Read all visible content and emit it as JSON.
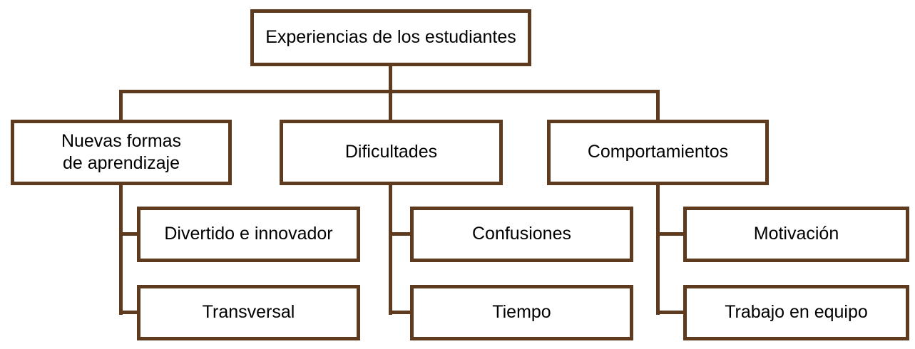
{
  "diagram": {
    "type": "tree",
    "title": "Experiencias de los estudiantes",
    "colors": {
      "line_and_border": "#5e3a1e",
      "box_background": "#ffffff",
      "text": "#000000"
    },
    "root": {
      "label": "Experiencias de los estudiantes"
    },
    "branches": [
      {
        "label": "Nuevas formas de aprendizaje",
        "line1": "Nuevas formas",
        "line2": "de aprendizaje",
        "children": [
          "Divertido e innovador",
          "Transversal"
        ]
      },
      {
        "label": "Dificultades",
        "children": [
          "Confusiones",
          "Tiempo"
        ]
      },
      {
        "label": "Comportamientos",
        "children": [
          "Motivación",
          "Trabajo en equipo"
        ]
      }
    ]
  }
}
